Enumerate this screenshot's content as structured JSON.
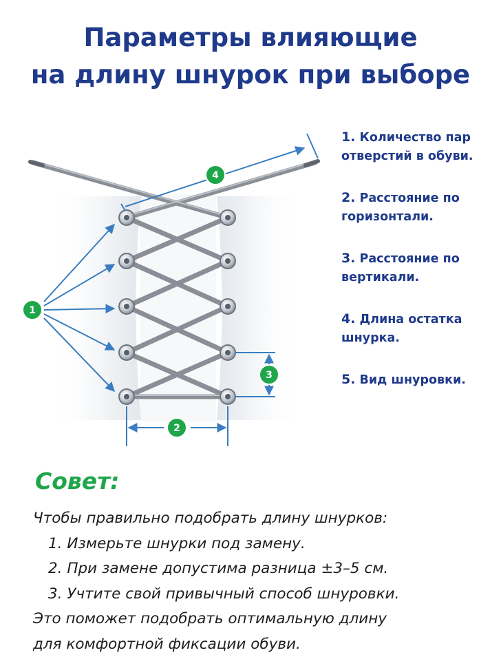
{
  "title": {
    "line1": "Параметры влияющие",
    "line2": "на длину шнурок при выборе"
  },
  "parameters": [
    {
      "num": "1.",
      "text": "Количество пар",
      "text2": "отверстий в обуви."
    },
    {
      "num": "2.",
      "text": "Расстояние по",
      "text2": "горизонтали."
    },
    {
      "num": "3.",
      "text": "Расстояние по",
      "text2": "вертикали."
    },
    {
      "num": "4.",
      "text": "Длина остатка",
      "text2": "шнурка."
    },
    {
      "num": "5.",
      "text": "Вид шнуровки.",
      "text2": ""
    }
  ],
  "markers": {
    "m1": "1",
    "m2": "2",
    "m3": "3",
    "m4": "4"
  },
  "tip": {
    "title": "Совет:",
    "intro": "Чтобы правильно подобрать длину шнурков:",
    "steps": [
      "1. Измерьте шнурки под замену.",
      "2. При замене допустима разница ±3–5 см.",
      "3. Учтите свой привычный способ шнуровки."
    ],
    "outro1": "Это поможет подобрать оптимальную длину",
    "outro2": "для комфортной фиксации обуви."
  },
  "colors": {
    "title": "#1f3a8a",
    "marker_green": "#1fa64a",
    "arrow_blue": "#3a7dc0",
    "lace": "#8a8f97"
  }
}
